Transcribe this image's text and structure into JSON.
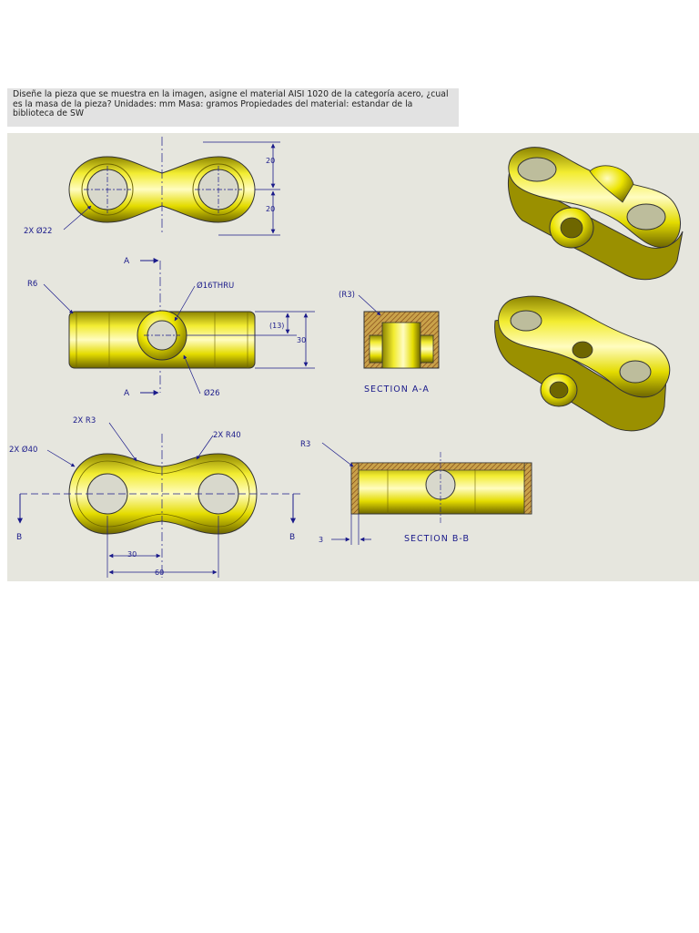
{
  "question_text": "Diseñe la pieza que se muestra en la imagen, asigne el material AISI 1020 de la categoría acero, ¿cual es la masa de la pieza? Unidades: mm Masa: gramos Propiedades del material: estandar de la biblioteca de SW",
  "colors": {
    "panel_bg": "#e6e6de",
    "part_yellow": "#e8e000",
    "part_highlight": "#fffbb0",
    "part_shadow": "#7a7000",
    "dim_blue": "#1a1a8a"
  },
  "top_view": {
    "dim_upper": "20",
    "dim_lower": "20",
    "hole_callout": "2X Ø22"
  },
  "front_view": {
    "section_label_top": "A",
    "section_label_bottom": "A",
    "radius_callout": "R6",
    "thru_hole_callout": "Ø16THRU",
    "boss_callout": "Ø26",
    "dim_ref": "(13)",
    "dim_height": "30"
  },
  "section_a": {
    "radius_callout": "(R3)",
    "caption": "SECTION A-A"
  },
  "bottom_view": {
    "fillet_callout": "2X R3",
    "arc_callout": "2X R40",
    "outer_callout": "2X Ø40",
    "section_label_left": "B",
    "section_label_right": "B",
    "dim_30": "30",
    "dim_60": "60"
  },
  "section_b": {
    "radius_callout": "R3",
    "wall_dim": "3",
    "caption": "SECTION B-B"
  },
  "iso_views": [
    "isometric-top",
    "isometric-bottom"
  ]
}
